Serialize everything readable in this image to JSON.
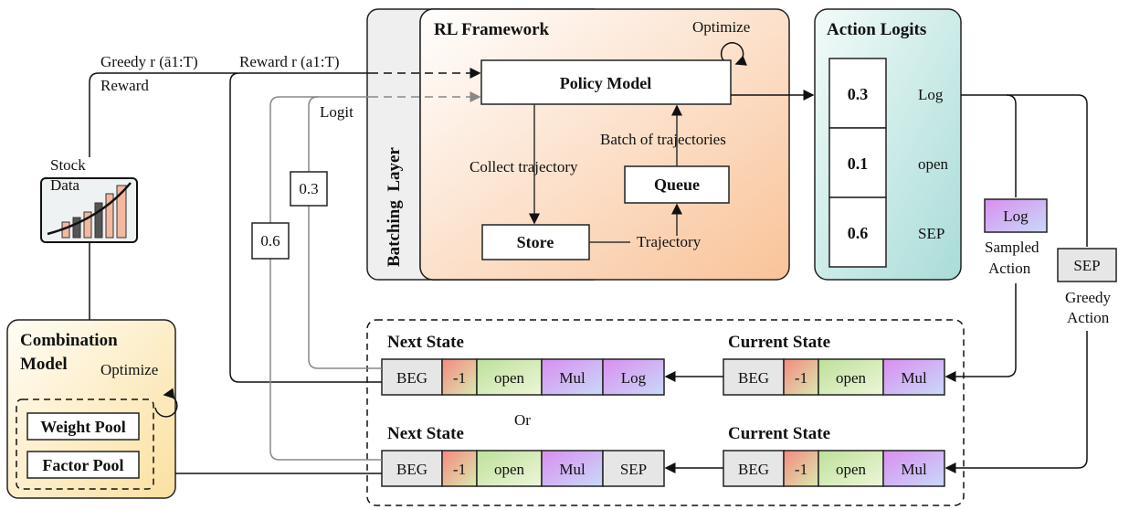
{
  "rl_framework": {
    "title": "RL Framework",
    "optimize": "Optimize",
    "policy_model": "Policy Model",
    "collect": "Collect trajectory",
    "batch": "Batch of trajectories",
    "queue": "Queue",
    "store": "Store",
    "trajectory": "Trajectory"
  },
  "batching_layer": "Batching  Layer",
  "action_logits": {
    "title": "Action Logits",
    "items": [
      {
        "value": "0.3",
        "label": "Log"
      },
      {
        "value": "0.1",
        "label": "open"
      },
      {
        "value": "0.6",
        "label": "SEP"
      }
    ]
  },
  "sampled": {
    "token": "Log",
    "label1": "Sampled",
    "label2": "Action"
  },
  "greedy": {
    "token": "SEP",
    "label1": "Greedy",
    "label2": "Action"
  },
  "rewards": {
    "greedy": "Greedy r (ā1:T)",
    "greedy2": "Reward",
    "reward": "Reward r (a1:T)",
    "logit": "Logit",
    "v1": "0.3",
    "v2": "0.6"
  },
  "stock": {
    "line1": "Stock",
    "line2": "Data"
  },
  "combination": {
    "line1": "Combination",
    "line2": "Model",
    "optimize": "Optimize",
    "weight_pool": "Weight Pool",
    "factor_pool": "Factor Pool"
  },
  "states": {
    "or": "Or",
    "rows": [
      {
        "next_label": "Next State",
        "next": [
          "BEG",
          "-1",
          "open",
          "Mul",
          "Log"
        ],
        "current_label": "Current State",
        "current": [
          "BEG",
          "-1",
          "open",
          "Mul"
        ]
      },
      {
        "next_label": "Next State",
        "next": [
          "BEG",
          "-1",
          "open",
          "Mul",
          "SEP"
        ],
        "current_label": "Current State",
        "current": [
          "BEG",
          "-1",
          "open",
          "Mul"
        ]
      }
    ]
  },
  "colors": {
    "rl_bg": "#f9c398",
    "logits_bg": "#b9e4e0",
    "combo_bg": "#fbe3a6",
    "mul": "#d98ef0",
    "open": "#c6e3a8",
    "neg": "#f59a8a"
  }
}
